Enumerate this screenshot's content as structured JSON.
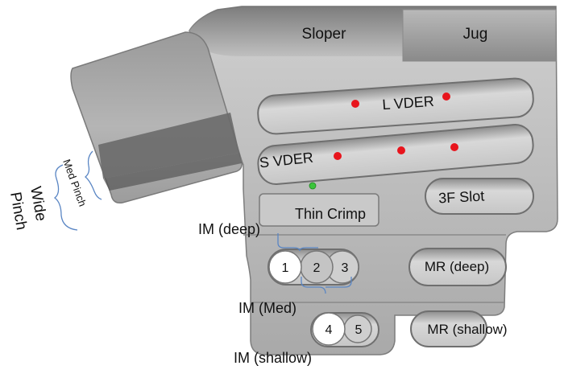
{
  "board": {
    "sections": {
      "sloper": "Sloper",
      "jug": "Jug"
    },
    "holds": {
      "long_vder": "L VDER",
      "short_vder": "S VDER",
      "thin_crimp": "Thin Crimp",
      "three_finger_slot": "3F Slot",
      "mr_deep": "MR (deep)",
      "mr_shallow": "MR (shallow)"
    },
    "pockets": {
      "p1": "1",
      "p2": "2",
      "p3": "3",
      "p4": "4",
      "p5": "5"
    }
  },
  "labels": {
    "im_deep": "IM (deep)",
    "im_med": "IM (Med)",
    "im_shallow": "IM (shallow)",
    "med_pinch": "Med Pinch",
    "wide_pinch_line1": "Wide",
    "wide_pinch_line2": "Pinch"
  },
  "colors": {
    "marker_red": "#e8141c",
    "marker_green": "#3cc43c",
    "bracket_blue": "#5a86c4"
  }
}
